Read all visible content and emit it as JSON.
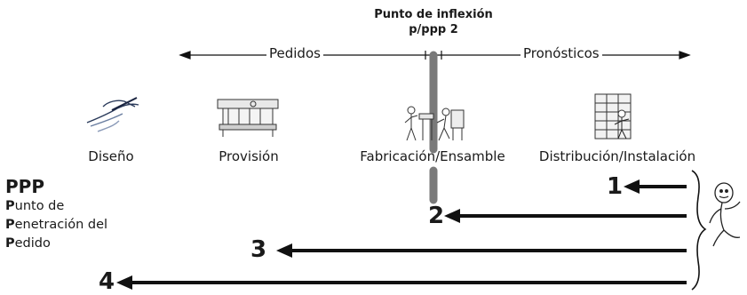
{
  "inflection": {
    "line1": "Punto de inflexión",
    "line2": "p/ppp 2"
  },
  "header": {
    "left": "Pedidos",
    "right": "Pronósticos"
  },
  "stages": [
    {
      "label": "Diseño",
      "icon": "hand-writing-icon"
    },
    {
      "label": "Provisión",
      "icon": "workbench-icon"
    },
    {
      "label": "Fabricación/Ensamble",
      "icon": "assembly-workers-icon"
    },
    {
      "label": "Distribución/Instalación",
      "icon": "warehouse-shelves-icon"
    }
  ],
  "ppp": {
    "title": "PPP",
    "lines": [
      {
        "initial": "P",
        "rest": "unto de"
      },
      {
        "initial": "P",
        "rest": "enetración del"
      },
      {
        "initial": "P",
        "rest": "edido"
      }
    ]
  },
  "arrows": [
    "1",
    "2",
    "3",
    "4"
  ],
  "colors": {
    "line": "#111111",
    "separator": "#7a7a7a"
  }
}
